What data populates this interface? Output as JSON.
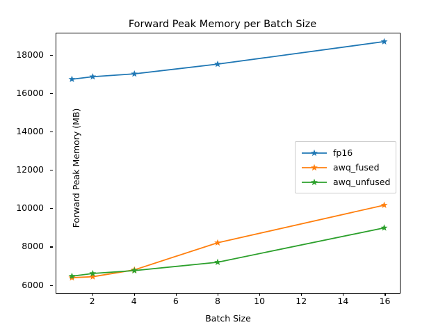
{
  "chart_data": {
    "type": "line",
    "title": "Forward Peak Memory per Batch Size",
    "xlabel": "Batch Size",
    "ylabel": "Forward Peak Memory (MB)",
    "x": [
      1,
      2,
      4,
      8,
      16
    ],
    "xlim": [
      0.25,
      16.75
    ],
    "ylim": [
      5550,
      19150
    ],
    "xticks": [
      2,
      4,
      6,
      8,
      10,
      12,
      14,
      16
    ],
    "xticklabels": [
      "2",
      "4",
      "6",
      "8",
      "10",
      "12",
      "14",
      "16"
    ],
    "yticks": [
      6000,
      8000,
      10000,
      12000,
      14000,
      16000,
      18000
    ],
    "yticklabels": [
      "6000",
      "8000",
      "10000",
      "12000",
      "14000",
      "16000",
      "18000"
    ],
    "grid": false,
    "legend_position": "center right",
    "marker": "star",
    "series": [
      {
        "name": "fp16",
        "color": "#1f77b4",
        "values": [
          16750,
          16880,
          17030,
          17540,
          18720
        ]
      },
      {
        "name": "awq_fused",
        "color": "#ff7f0e",
        "values": [
          6350,
          6400,
          6760,
          8180,
          10150
        ]
      },
      {
        "name": "awq_unfused",
        "color": "#2ca02c",
        "values": [
          6430,
          6570,
          6720,
          7160,
          8960
        ]
      }
    ]
  },
  "legend": {
    "items": [
      {
        "label": "fp16"
      },
      {
        "label": "awq_fused"
      },
      {
        "label": "awq_unfused"
      }
    ]
  }
}
